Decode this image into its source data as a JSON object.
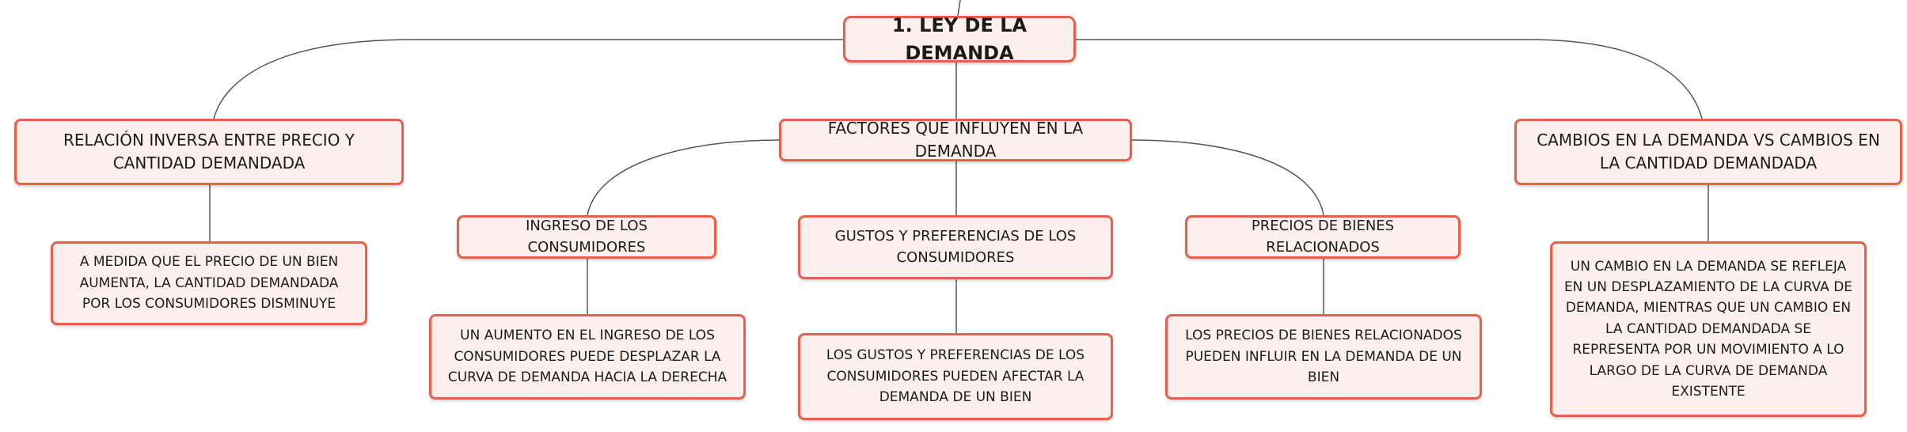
{
  "colors": {
    "node_border": "#e8604c",
    "node_fill": "#fdf0ec",
    "connector": "#555555"
  },
  "root": {
    "label": "1. LEY DE LA DEMANDA"
  },
  "branches": {
    "inverse": {
      "label": "RELACIÓN INVERSA ENTRE PRECIO Y CANTIDAD DEMANDADA",
      "detail": "A MEDIDA QUE EL PRECIO DE UN BIEN AUMENTA, LA CANTIDAD DEMANDADA POR LOS CONSUMIDORES DISMINUYE"
    },
    "factors": {
      "label": "FACTORES QUE INFLUYEN EN LA DEMANDA",
      "children": [
        {
          "label": "INGRESO DE LOS CONSUMIDORES",
          "detail": "UN AUMENTO EN EL INGRESO DE LOS CONSUMIDORES PUEDE DESPLAZAR LA CURVA DE DEMANDA HACIA LA DERECHA"
        },
        {
          "label": "GUSTOS Y PREFERENCIAS DE LOS CONSUMIDORES",
          "detail": "LOS GUSTOS Y PREFERENCIAS DE LOS CONSUMIDORES PUEDEN AFECTAR LA DEMANDA DE UN BIEN"
        },
        {
          "label": "PRECIOS DE BIENES RELACIONADOS",
          "detail": "LOS PRECIOS DE BIENES RELACIONADOS PUEDEN INFLUIR EN LA DEMANDA DE UN BIEN"
        }
      ]
    },
    "changes": {
      "label": "CAMBIOS EN LA DEMANDA VS CAMBIOS EN LA CANTIDAD DEMANDADA",
      "detail": "UN CAMBIO EN LA DEMANDA SE REFLEJA EN UN DESPLAZAMIENTO DE LA CURVA DE DEMANDA, MIENTRAS QUE UN CAMBIO EN LA CANTIDAD DEMANDADA SE REPRESENTA POR UN MOVIMIENTO A LO LARGO DE LA CURVA DE DEMANDA EXISTENTE"
    }
  }
}
